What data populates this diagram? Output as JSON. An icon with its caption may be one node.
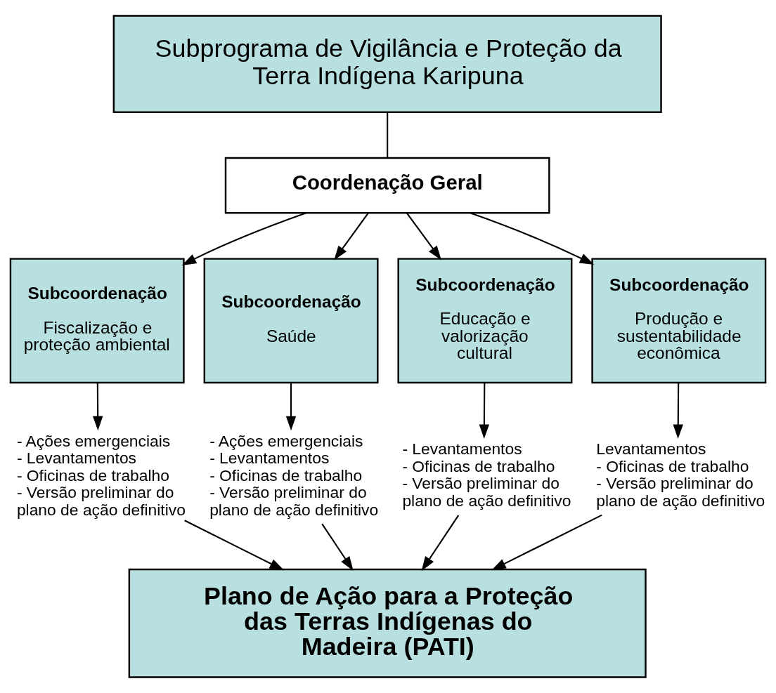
{
  "diagram": {
    "nodes": [
      {
        "text": [
          "Subprograma de Vigilância e Proteção da Terra Indígena Karipuna"
        ]
      },
      {
        "text": [
          "Coordenação Geral"
        ]
      },
      {
        "text": [
          "Subcoordenação",
          "Fiscalização e proteção ambiental"
        ]
      },
      {
        "text": [
          "Subcoordenação",
          "Saúde"
        ]
      },
      {
        "text": [
          "Subcoordenação",
          "Educação e valorização cultural"
        ]
      },
      {
        "text": [
          "Subcoordenação",
          "Produção e sustentabilidade econômica"
        ]
      },
      {
        "text": [
          "- Ações emergenciais",
          "- Levantamentos",
          "- Oficinas de trabalho",
          "- Versão preliminar do plano de ação definitivo"
        ]
      },
      {
        "text": [
          "- Ações emergenciais",
          "- Levantamentos",
          "- Oficinas de trabalho",
          "- Versão preliminar do plano de ação definitivo"
        ]
      },
      {
        "text": [
          "- Levantamentos",
          "- Oficinas de trabalho",
          "- Versão preliminar do plano de ação definitivo"
        ]
      },
      {
        "text": [
          "Levantamentos",
          "- Oficinas de trabalho",
          "- Versão preliminar do plano de ação definitivo"
        ]
      },
      {
        "text": [
          "Plano de Ação para a Proteção das Terras Indígenas do Madeira (PATI)"
        ]
      }
    ],
    "edges": [
      {
        "from": 0,
        "to": 1,
        "arrow": "none"
      },
      {
        "from": 1,
        "to": 2,
        "arrow": "to"
      },
      {
        "from": 1,
        "to": 3,
        "arrow": "to"
      },
      {
        "from": 1,
        "to": 4,
        "arrow": "to"
      },
      {
        "from": 1,
        "to": 5,
        "arrow": "to"
      },
      {
        "from": 2,
        "to": 6,
        "arrow": "to"
      },
      {
        "from": 3,
        "to": 7,
        "arrow": "to"
      },
      {
        "from": 4,
        "to": 8,
        "arrow": "to"
      },
      {
        "from": 5,
        "to": 9,
        "arrow": "to"
      },
      {
        "from": 6,
        "to": 10,
        "arrow": "to"
      },
      {
        "from": 7,
        "to": 10,
        "arrow": "to"
      },
      {
        "from": 8,
        "to": 10,
        "arrow": "to"
      },
      {
        "from": 9,
        "to": 10,
        "arrow": "to"
      }
    ]
  }
}
